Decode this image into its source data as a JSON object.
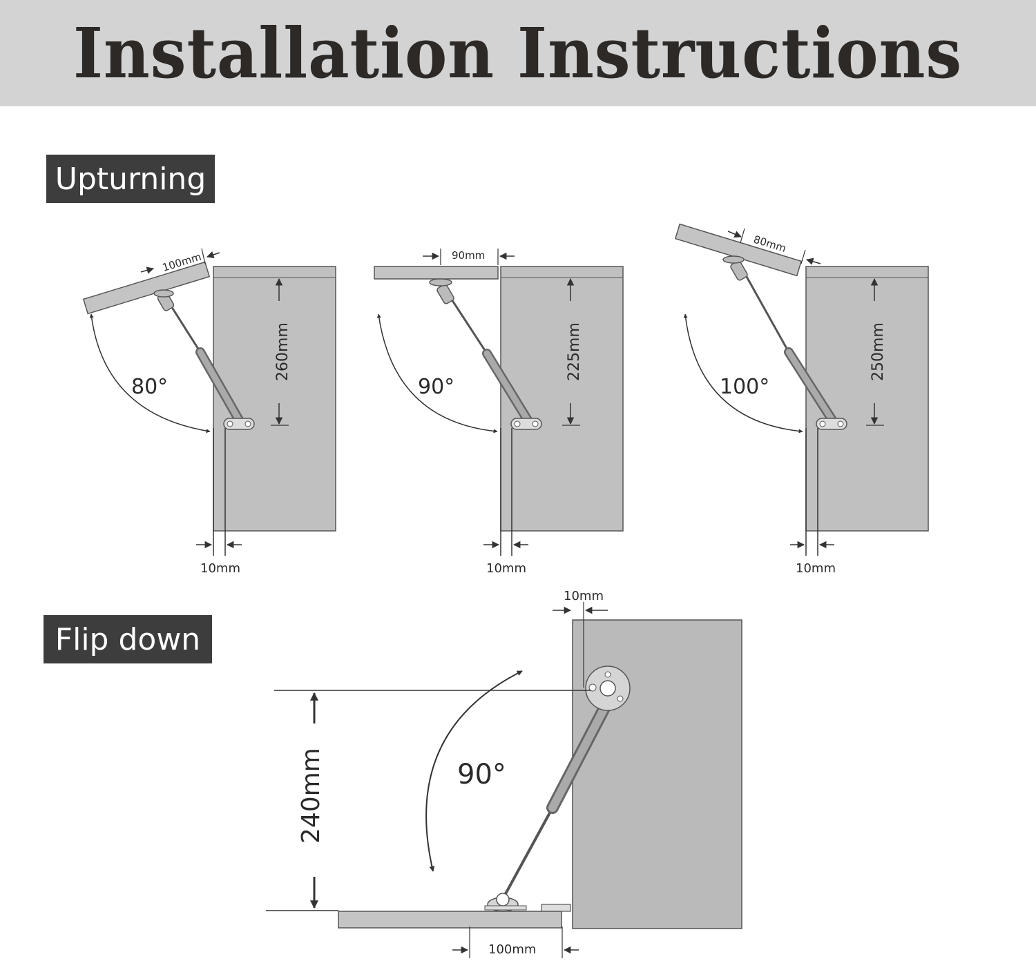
{
  "title": "Installation Instructions",
  "sections": {
    "upturning": "Upturning",
    "flip_down": "Flip down"
  },
  "upturning_diagrams": [
    {
      "angle": "80°",
      "height": "260mm",
      "offset": "100mm",
      "edge": "10mm"
    },
    {
      "angle": "90°",
      "height": "225mm",
      "offset": "90mm",
      "edge": "10mm"
    },
    {
      "angle": "100°",
      "height": "250mm",
      "offset": "80mm",
      "edge": "10mm"
    }
  ],
  "flip_down_diagram": {
    "angle": "90°",
    "height": "240mm",
    "top_offset": "10mm",
    "bottom_offset": "100mm"
  },
  "colors": {
    "header_bg": "#d3d3d3",
    "label_bg": "#3d3d3d",
    "cabinet": "#bfbfbf",
    "line": "#333333"
  }
}
